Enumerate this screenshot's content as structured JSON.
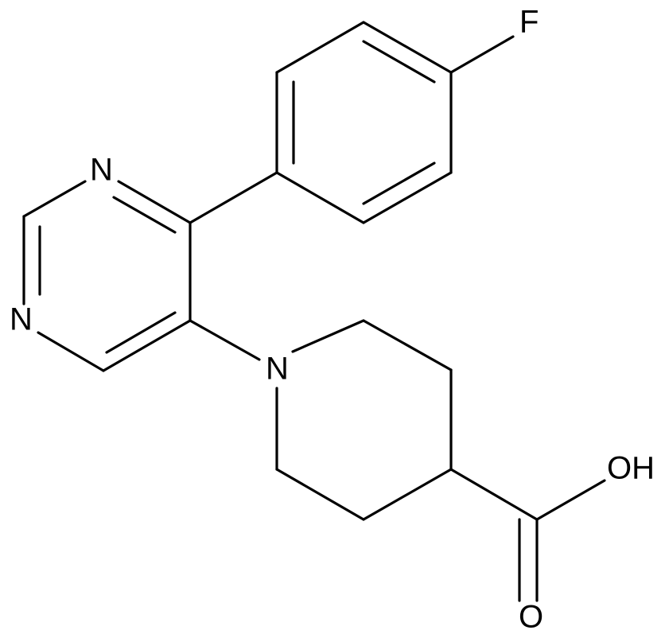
{
  "molecule": {
    "atoms": {
      "fluorine": "F",
      "pyrimidine_n3": "N",
      "pyrimidine_n1": "N",
      "piperidine_n": "N",
      "hydroxyl": "OH",
      "carbonyl_o": "O"
    },
    "colors": {
      "bond": "#000000",
      "text": "#000000",
      "background": "#ffffff"
    }
  }
}
